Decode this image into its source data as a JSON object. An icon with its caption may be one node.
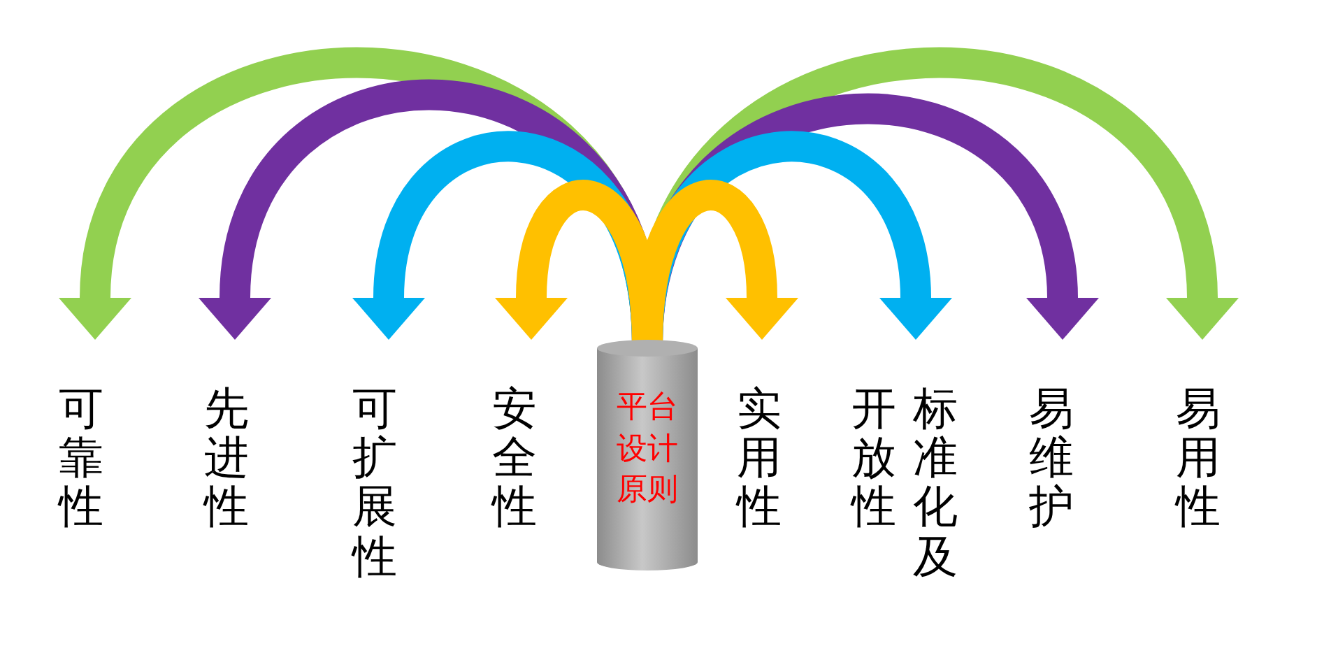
{
  "diagram": {
    "nodes": [
      {
        "text": [
          "平台设计原则"
        ]
      },
      {
        "text": [
          "可靠性"
        ]
      },
      {
        "text": [
          "先进性"
        ]
      },
      {
        "text": [
          "可扩展性"
        ]
      },
      {
        "text": [
          "安全性"
        ]
      },
      {
        "text": [
          "实用性"
        ]
      },
      {
        "text": [
          "开放性",
          "标准化及"
        ]
      },
      {
        "text": [
          "易维护"
        ]
      },
      {
        "text": [
          "易用性"
        ]
      }
    ],
    "edges": [
      {
        "from": 0,
        "to": 1,
        "arrow": "to",
        "color": "#92d050"
      },
      {
        "from": 0,
        "to": 2,
        "arrow": "to",
        "color": "#7030a0"
      },
      {
        "from": 0,
        "to": 3,
        "arrow": "to",
        "color": "#00b0f0"
      },
      {
        "from": 0,
        "to": 4,
        "arrow": "to",
        "color": "#ffc000"
      },
      {
        "from": 0,
        "to": 5,
        "arrow": "to",
        "color": "#ffc000"
      },
      {
        "from": 0,
        "to": 6,
        "arrow": "to",
        "color": "#00b0f0"
      },
      {
        "from": 0,
        "to": 7,
        "arrow": "to",
        "color": "#7030a0"
      },
      {
        "from": 0,
        "to": 8,
        "arrow": "to",
        "color": "#92d050"
      }
    ]
  }
}
